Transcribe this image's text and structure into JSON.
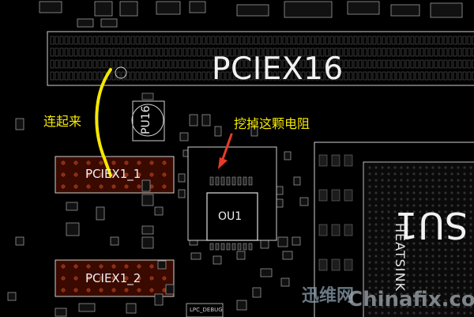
{
  "board": {
    "slot_title": "PCIEX16",
    "connectors": [
      {
        "label": "PCIEX1_1"
      },
      {
        "label": "PCIEX1_2"
      }
    ],
    "chips": {
      "pu16": "PU16",
      "ou1": "OU1",
      "su1": "SU1",
      "heatsink": "HEATSINK"
    },
    "small_labels": {
      "debug": "LPC_DEBUG"
    },
    "annotations": {
      "connect": "连起来",
      "remove_resistor": "挖掉这颗电阻"
    },
    "watermark": {
      "cn": "迅维网",
      "en": "Chinafix.com"
    },
    "colors": {
      "background": "#000000",
      "outline": "#d0d0d0",
      "header_fill": "#3a0a00",
      "yellow_wire": "#f5e800",
      "red_arrow": "#e83a2a"
    }
  }
}
